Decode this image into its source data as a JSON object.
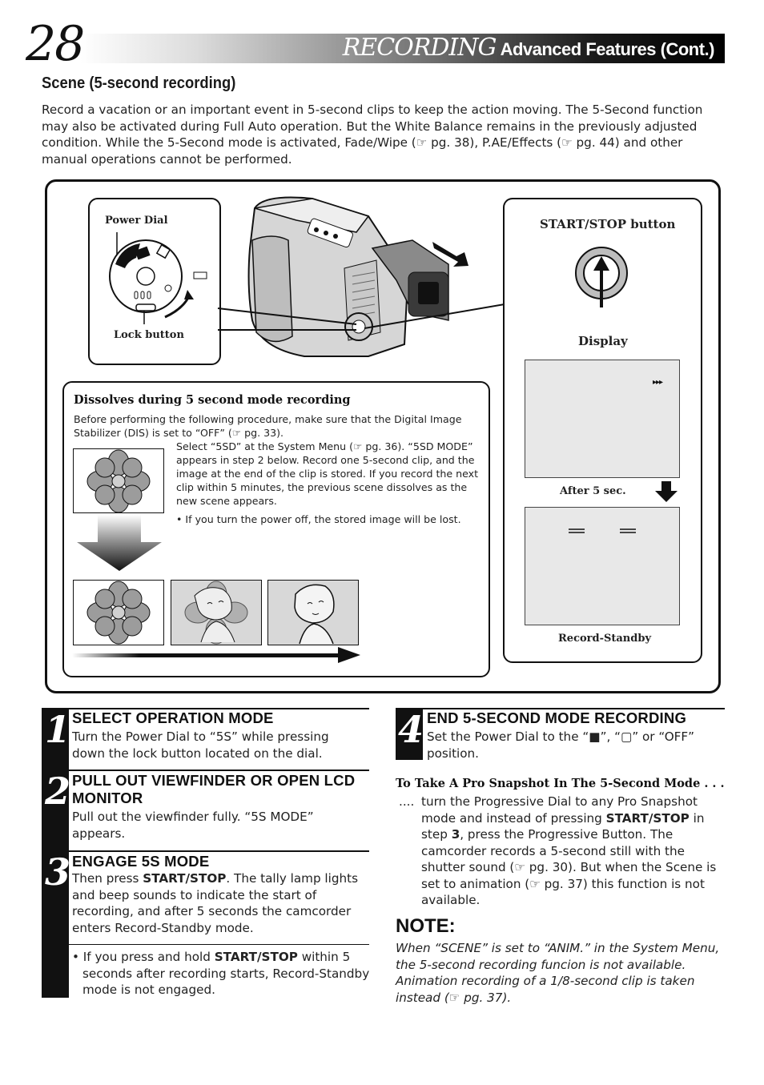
{
  "header": {
    "page_number": "28",
    "title_main": "RECORDING",
    "title_sub": "Advanced Features (Cont.)"
  },
  "section": {
    "title": "Scene (5-second recording)",
    "intro": "Record a vacation or an important event in 5-second clips to keep the action moving. The 5-Second function may also be activated during Full Auto operation. But the White Balance remains in the previously adjusted condition. While the 5-Second mode is activated, Fade/Wipe (☞ pg. 38), P.AE/Effects (☞ pg. 44) and other manual operations cannot be performed."
  },
  "diagram": {
    "power_dial_label": "Power Dial",
    "lock_button_label": "Lock button",
    "start_stop_label": "START/STOP button",
    "display_label": "Display",
    "display_indicator": "▸▸▸",
    "after_label": "After 5 sec.",
    "standby_label": "Record-Standby"
  },
  "dissolve": {
    "title": "Dissolves during 5 second mode recording",
    "line1": "Before performing the following procedure, make sure that the Digital Image Stabilizer (DIS) is set to “OFF” (☞ pg. 33).",
    "line2": "Select “5SD” at the System Menu (☞ pg. 36). “5SD MODE” appears in step 2 below. Record one 5-second clip, and the image at the end of the clip is stored. If you record the next clip within 5 minutes, the previous scene dissolves as the new scene appears.",
    "bullet": "• If you turn the power off, the stored image will be lost."
  },
  "steps": [
    {
      "number": "1",
      "title": "SELECT OPERATION MODE",
      "text": "Turn the Power Dial to “5S” while pressing down the lock button located on the dial."
    },
    {
      "number": "2",
      "title": "PULL OUT VIEWFINDER OR OPEN LCD MONITOR",
      "text": "Pull out the viewfinder fully. “5S MODE” appears."
    },
    {
      "number": "3",
      "title": "ENGAGE 5S MODE",
      "text_a": "Then press ",
      "bold_a": "START/STOP",
      "text_b": ". The tally lamp lights and beep sounds to indicate the start of recording, and after 5 seconds the camcorder enters Record-Standby mode.",
      "bullet_a": "• If you press and hold ",
      "bullet_bold": "START/STOP",
      "bullet_b": " within 5 seconds after recording starts, Record-Standby mode is not engaged."
    },
    {
      "number": "4",
      "title": "END 5-SECOND MODE RECORDING",
      "text": "Set the Power Dial to the “■”, “▢” or “OFF” position."
    }
  ],
  "pro_snapshot": {
    "heading": "To Take A Pro Snapshot In The 5-Second Mode . . .",
    "dots": "....",
    "text_a": "turn the Progressive Dial to any Pro Snapshot mode and instead of pressing ",
    "bold_a": "START/STOP",
    "text_b": " in step ",
    "bold_b": "3",
    "text_c": ", press the Progressive Button. The camcorder records a 5-second still with the shutter sound (☞ pg. 30). But when the Scene is set to animation (☞ pg. 37) this function is not available."
  },
  "note": {
    "title": "NOTE:",
    "text": "When “SCENE” is set to “ANIM.” in the System Menu, the 5-second recording funcion is not available. Animation recording of a 1/8-second clip is taken instead (☞  pg. 37)."
  }
}
